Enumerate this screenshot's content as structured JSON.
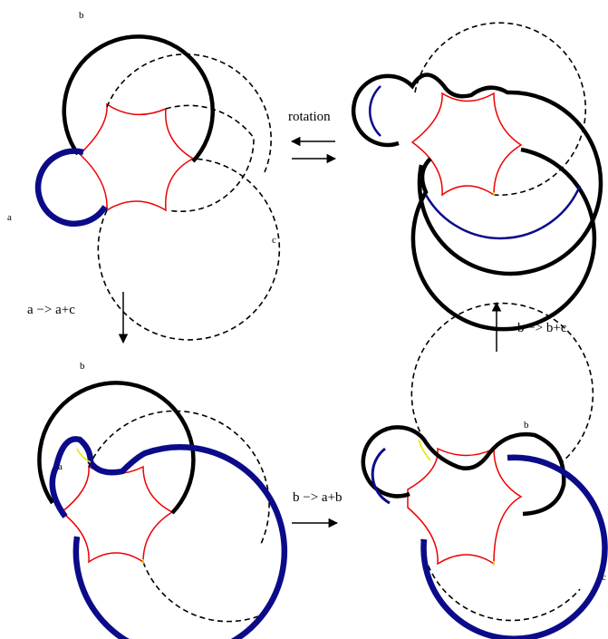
{
  "colors": {
    "curve_a": "#0b0b8a",
    "curve_b": "#000000",
    "curve_c_dashed": "#000000",
    "hexagon": "#ee0000",
    "marker": "#e8e800"
  },
  "panels": {
    "top_left": {
      "label_a": "a",
      "label_b": "b",
      "label_c": "c"
    },
    "bottom_left": {
      "label_a": "a",
      "label_b": "b"
    },
    "bottom_right": {
      "label_b": "b",
      "label_c": "c"
    }
  },
  "arrows": {
    "rotation": "rotation",
    "a_to_a_plus_c": "a −> a+c",
    "b_to_b_plus_c": "b −> b+c",
    "b_to_a_plus_b": "b −> a+b"
  }
}
